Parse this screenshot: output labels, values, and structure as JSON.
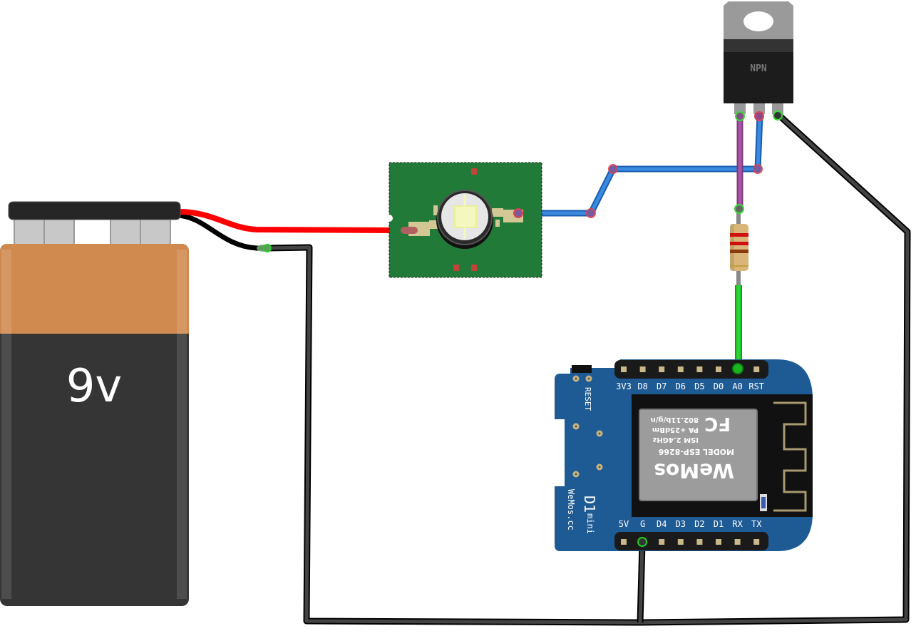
{
  "diagram": {
    "type": "breadboard-circuit",
    "components": {
      "battery": {
        "label": "9v",
        "colors": {
          "top": "#d08a50",
          "body": "#353535",
          "connector": "#262626"
        }
      },
      "led": {
        "name": "high-power LED module",
        "pcb_color": "#217a37"
      },
      "transistor": {
        "label": "NPN",
        "tab_color": "#9a9a9a",
        "body_color": "#1c1c1c"
      },
      "resistor": {
        "bands": [
          "#d01010",
          "#d01010",
          "#8b3a0b",
          "#c0a040"
        ],
        "body_color": "#d9b677"
      },
      "board": {
        "title": "D1",
        "subtitle": "mini",
        "brand": "WeMos.cc",
        "reset_label": "RESET",
        "board_color": "#1e5b94",
        "top_pins": [
          "3V3",
          "D8",
          "D7",
          "D6",
          "D5",
          "D0",
          "A0",
          "RST"
        ],
        "bottom_pins": [
          "5V",
          "G",
          "D4",
          "D3",
          "D2",
          "D1",
          "RX",
          "TX"
        ],
        "module": {
          "line1": "802.11b/g/n",
          "line2": "PA +25dBm",
          "line3": "ISM 2.4GHz",
          "line4": "MODEL  ESP-8266",
          "logo": "WeMos",
          "cert": "FC"
        }
      }
    },
    "wires": [
      {
        "name": "battery-positive-to-led",
        "color": "#ff0000"
      },
      {
        "name": "battery-negative-ground",
        "color": "#404040"
      },
      {
        "name": "led-to-transistor-collector",
        "color": "#3a7fd8"
      },
      {
        "name": "transistor-base-to-resistor",
        "color": "#a050a0"
      },
      {
        "name": "resistor-to-a0",
        "color": "#22c02a"
      },
      {
        "name": "transistor-emitter-ground",
        "color": "#404040"
      },
      {
        "name": "board-ground",
        "color": "#404040"
      }
    ]
  }
}
